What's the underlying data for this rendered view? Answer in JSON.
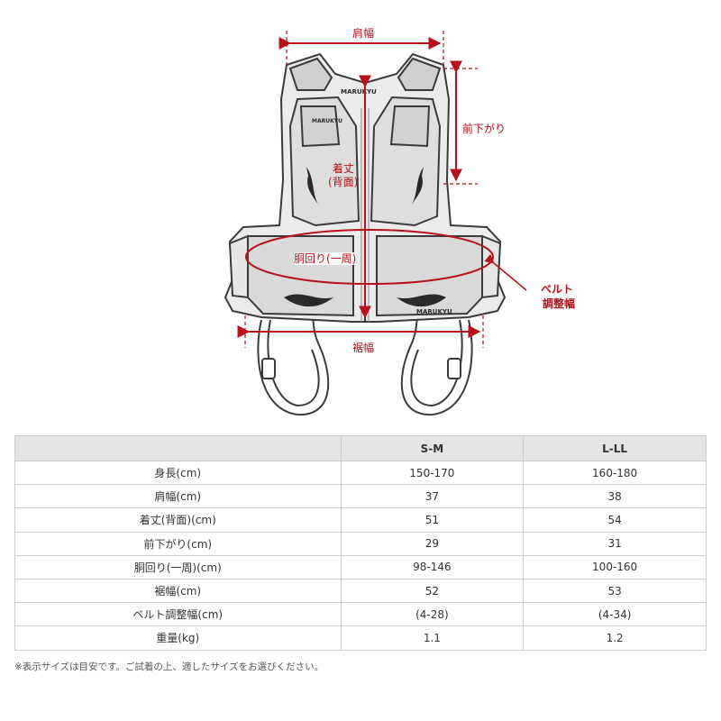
{
  "diagram": {
    "labels": {
      "shoulder_width": "肩幅",
      "front_drop": "前下がり",
      "length_back_line1": "着丈",
      "length_back_line2": "(背面)",
      "waist": "胴回り(一周)",
      "belt_line1": "ベルト",
      "belt_line2": "調整幅",
      "hem_width": "裾幅"
    },
    "brand_marks": [
      "MARUKYU",
      "MARUKYU",
      "MARUKYU"
    ],
    "colors": {
      "accent": "#b5121b",
      "outline": "#3a3a3a",
      "vest_fill": "#ebebeb",
      "panel_fill": "#d9d9d9"
    }
  },
  "table": {
    "headers": [
      "",
      "S-M",
      "L-LL"
    ],
    "rows": [
      {
        "label": "身長(cm)",
        "sm": "150-170",
        "lll": "160-180"
      },
      {
        "label": "肩幅(cm)",
        "sm": "37",
        "lll": "38"
      },
      {
        "label": "着丈(背面)(cm)",
        "sm": "51",
        "lll": "54"
      },
      {
        "label": "前下がり(cm)",
        "sm": "29",
        "lll": "31"
      },
      {
        "label": "胴回り(一周)(cm)",
        "sm": "98-146",
        "lll": "100-160"
      },
      {
        "label": "裾幅(cm)",
        "sm": "52",
        "lll": "53"
      },
      {
        "label": "ベルト調整幅(cm)",
        "sm": "(4-28)",
        "lll": "(4-34)"
      },
      {
        "label": "重量(kg)",
        "sm": "1.1",
        "lll": "1.2"
      }
    ],
    "header_bg": "#e4e4e4",
    "border_color": "#cccccc"
  },
  "note": "※表示サイズは目安です。ご試着の上、適したサイズをお選びください。"
}
